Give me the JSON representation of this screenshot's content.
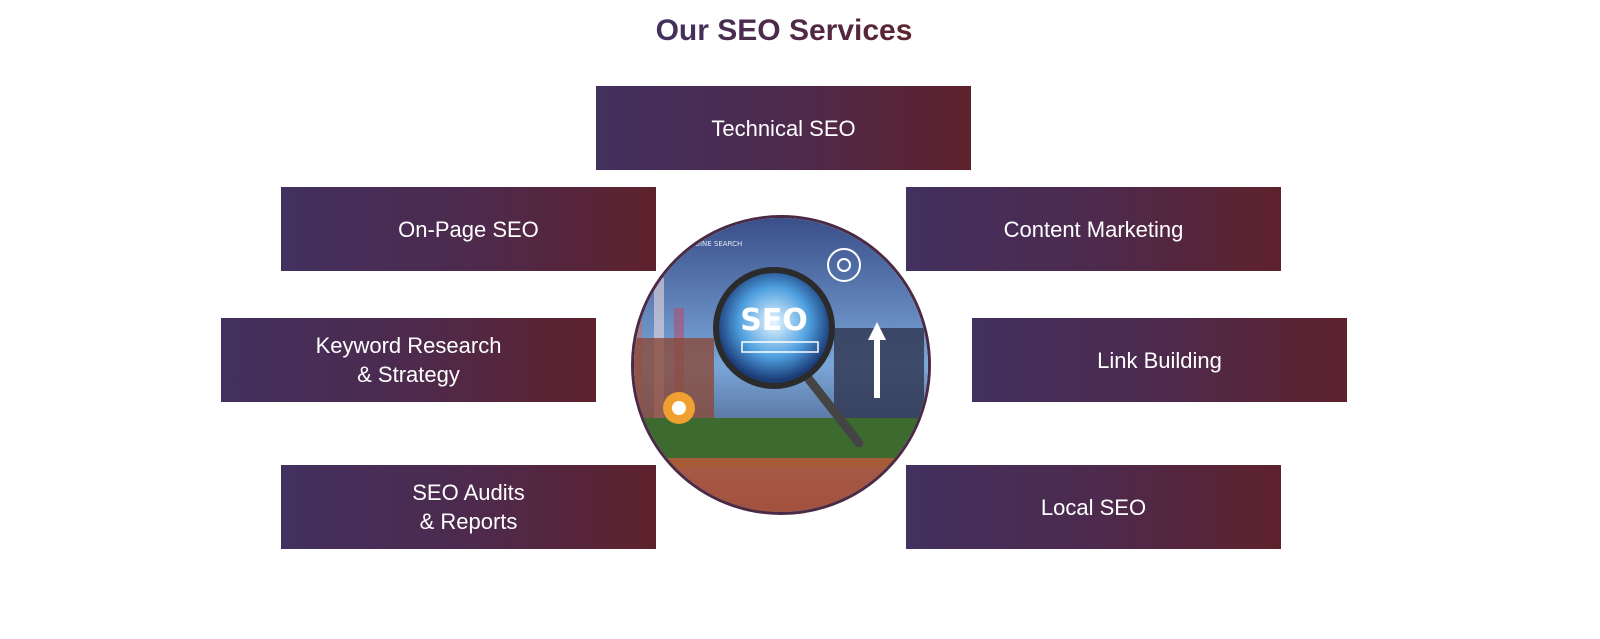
{
  "title": "Our SEO Services",
  "services": [
    {
      "label": "Technical SEO"
    },
    {
      "label": "On-Page SEO"
    },
    {
      "label": "Content Marketing"
    },
    {
      "label": "Keyword Research\n& Strategy"
    },
    {
      "label": "Link Building"
    },
    {
      "label": "SEO Audits\n& Reports"
    },
    {
      "label": "Local SEO"
    }
  ],
  "image": {
    "text": "SEO",
    "caption_fragment": "RCH ENGINE SEARCH"
  },
  "colors": {
    "gradient_start": "#42305e",
    "gradient_end": "#5e222c"
  }
}
